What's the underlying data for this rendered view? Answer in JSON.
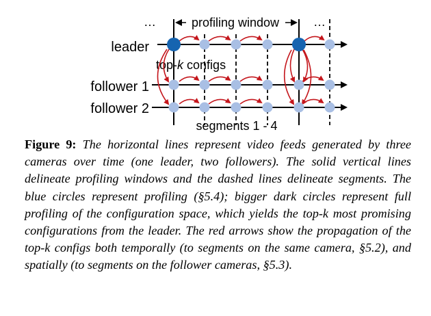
{
  "diagram": {
    "rows": [
      {
        "label": "leader"
      },
      {
        "label": "follower 1"
      },
      {
        "label": "follower 2"
      }
    ],
    "ellipsis": "…",
    "window_label": "profiling window",
    "topk_prefix": "top-",
    "topk_k": "k",
    "topk_suffix": " configs",
    "segments_label": "segments 1 - 4",
    "colors": {
      "line": "#000000",
      "circle_light": "#a9bfe4",
      "circle_dark": "#1664b0",
      "arrow": "#c4161c"
    }
  },
  "caption": {
    "label": "Figure 9:",
    "text": "The horizontal lines represent video feeds generated by three cameras over time (one leader, two followers). The solid vertical lines delineate profiling windows and the dashed lines delineate segments. The blue circles represent profiling (§5.4); bigger dark circles represent full profiling of the configuration space, which yields the top-k most promising configurations from the leader. The red arrows show the propagation of the top-k configs both temporally (to segments on the same camera, §5.2), and spatially (to segments on the follower cameras, §5.3)."
  }
}
